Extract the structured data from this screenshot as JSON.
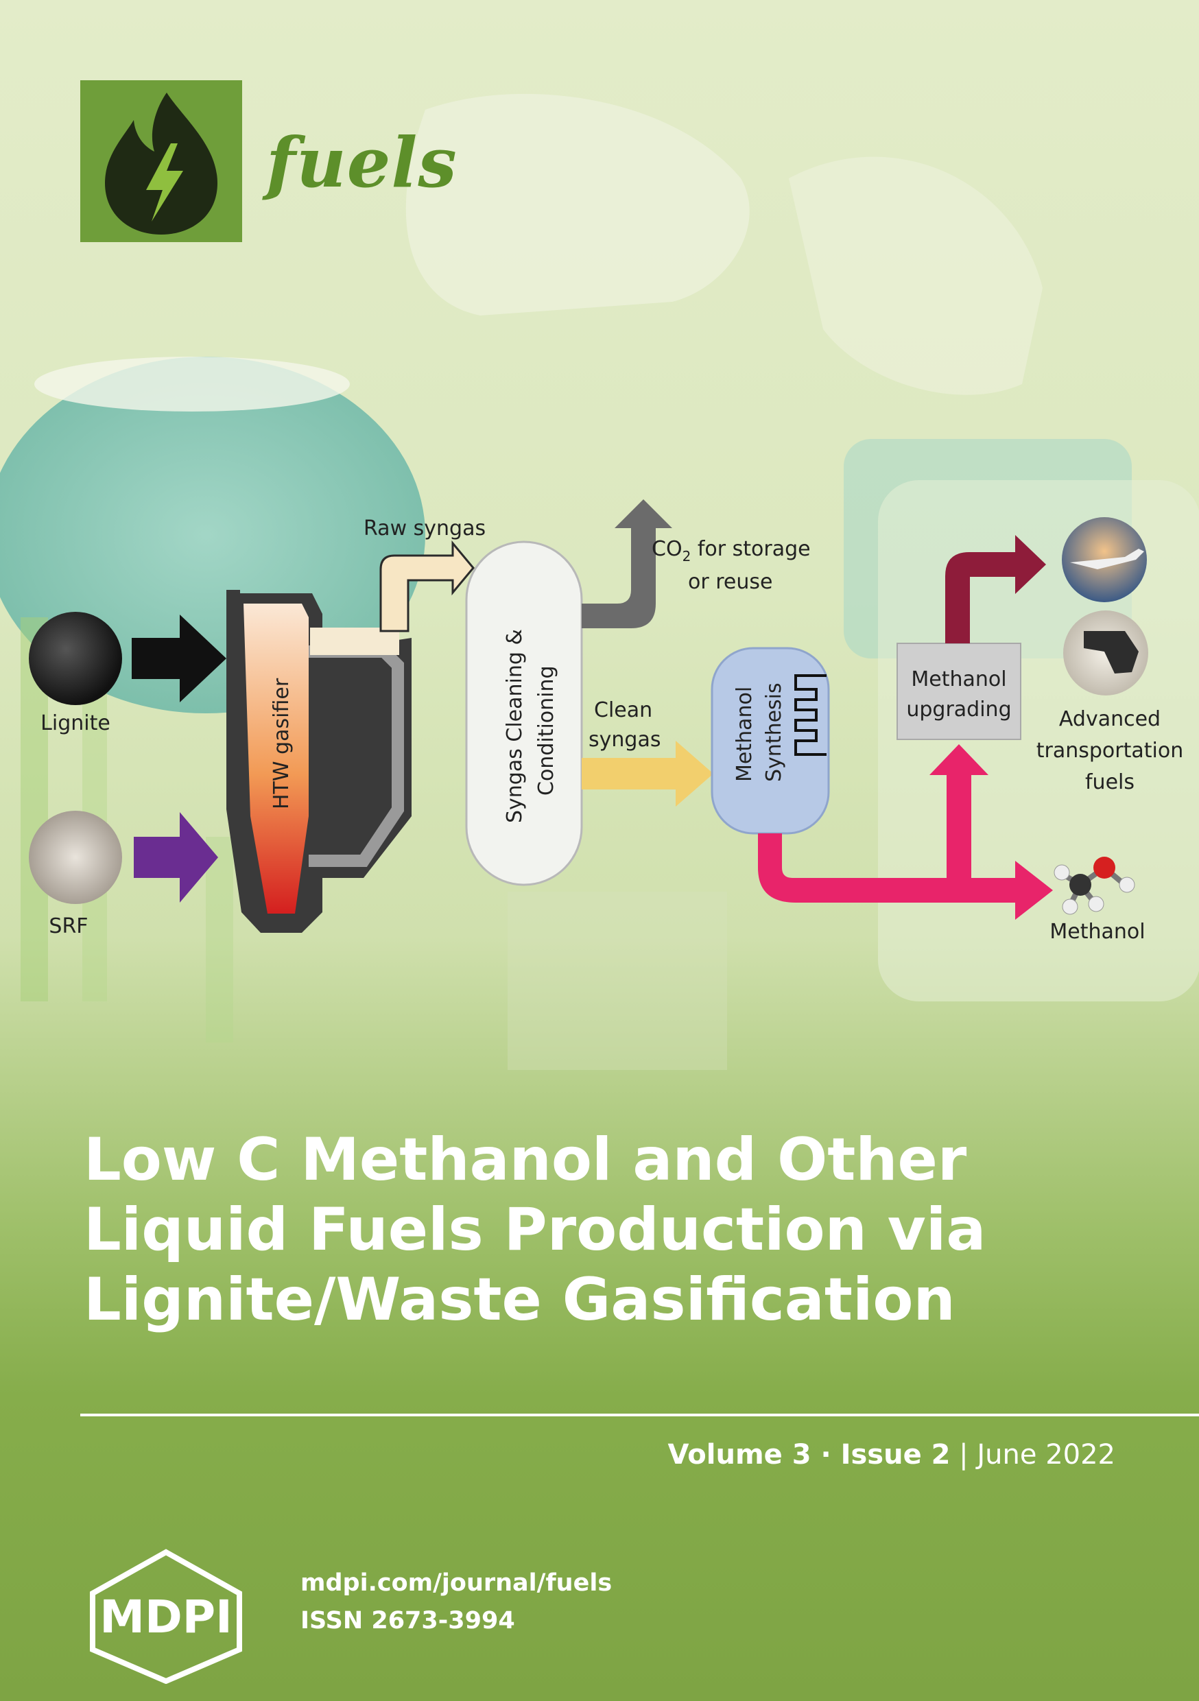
{
  "journal": {
    "name": "fuels"
  },
  "diagram": {
    "lignite_label": "Lignite",
    "srf_label": "SRF",
    "gasifier_label": "HTW gasifier",
    "raw_syngas_label": "Raw syngas",
    "cleaning_label_1": "Syngas Cleaning &",
    "cleaning_label_2": "Conditioning",
    "co2_label_1": "CO",
    "co2_sub": "2",
    "co2_label_1b": " for storage",
    "co2_label_2": "or reuse",
    "clean_syngas_1": "Clean",
    "clean_syngas_2": "syngas",
    "synthesis_1": "Methanol",
    "synthesis_2": "Synthesis",
    "upgrading_1": "Methanol",
    "upgrading_2": "upgrading",
    "fuels_1": "Advanced",
    "fuels_2": "transportation",
    "fuels_3": "fuels",
    "methanol_label": "Methanol"
  },
  "title": {
    "line1": "Low C Methanol and Other",
    "line2": "Liquid Fuels Production via",
    "line3": "Lignite/Waste Gasification"
  },
  "issue": {
    "volume": "Volume 3",
    "sep": " · ",
    "number": "Issue 2",
    "bar": " | ",
    "date": "June 2022"
  },
  "publisher": {
    "name": "MDPI",
    "url": "mdpi.com/journal/fuels",
    "issn": "ISSN 2673-3994"
  },
  "colors": {
    "logo_green": "#6f9e3a",
    "arrow_pink": "#e8246a",
    "arrow_maroon": "#8e1c3a",
    "arrow_yellow": "#f2cf6d",
    "arrow_purple": "#6a2d91"
  }
}
